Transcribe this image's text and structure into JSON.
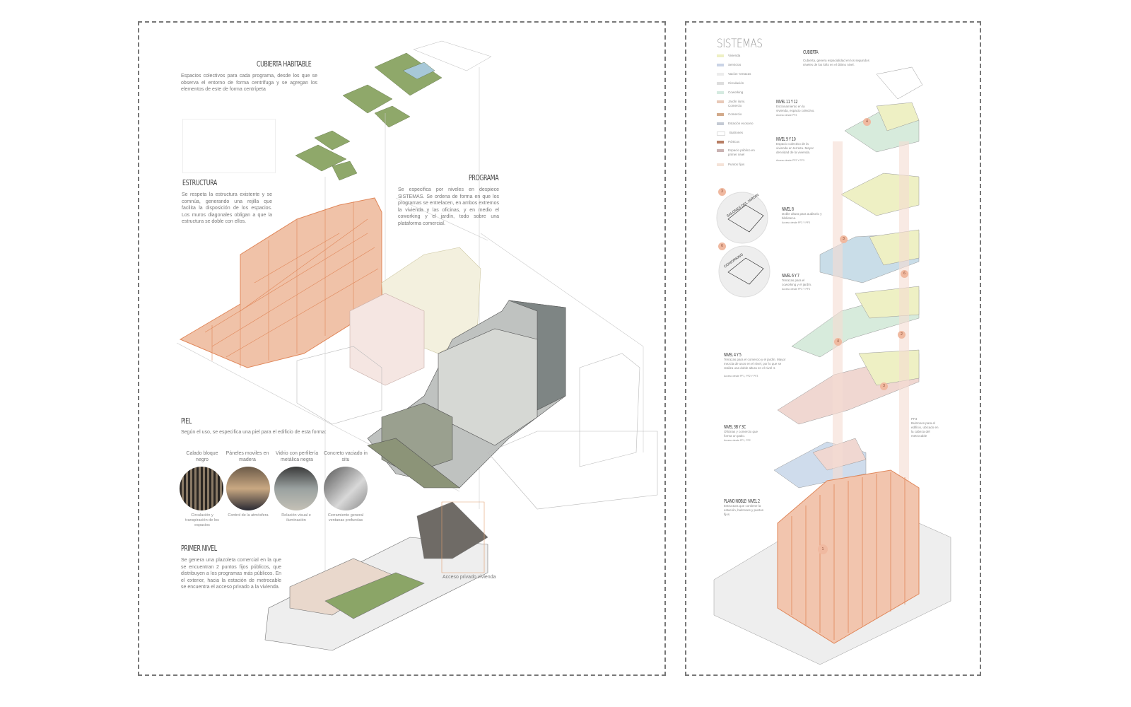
{
  "left": {
    "cubierta": {
      "title": "CUBIERTA HABITABLE",
      "text": "Espacios colectivos para cada programa, desde los que se observa el entorno de forma centrífuga y se agregan los elementos de este de forma centrípeta"
    },
    "estructura": {
      "title": "ESTRUCTURA",
      "text": "Se respeta la estructura existente y se comnúa, generando una rejilla que facilita la disposición de los espacios. Los muros diagonales obligan a que la estructura se doble con ellos."
    },
    "programa": {
      "title": "PROGRAMA",
      "text": "Se especifica por niveles en despiece SISTEMAS. Se ordena de forma en que los programas se entrelacen, en ambos extremos la vivienda y las oficinas, y en medio el coworking y el jardín, todo sobre una plataforma comercial."
    },
    "piel": {
      "title": "PIEL",
      "text": "Según el uso, se especifica una piel para el edificio de esta forma:",
      "items": [
        {
          "title": "Calado bloque negro",
          "caption": "Circulación y transpiración de los espacios"
        },
        {
          "title": "Páneles moviles en madera",
          "caption": "Control de la atmósfera"
        },
        {
          "title": "Vidrio con perfilería metálica negra",
          "caption": "Relación visual e iluminación"
        },
        {
          "title": "Concreto vaciado in situ",
          "caption": "Cerramiento general ventanas profundas"
        }
      ]
    },
    "primer_nivel": {
      "title": "PRIMER NIVEL",
      "text": "Se genera una plazoleta comercial en la que se encuentran 2 puntos fijos públicos, que distribuyen a los programas más públicos. En el exterior, hacia la estación de metrocable se encuentra el acceso privado a la vivienda."
    },
    "acceso_label": "Acceso privado vivienda"
  },
  "right": {
    "title": "SISTEMAS",
    "legend": [
      {
        "label": "Vivienda",
        "color": "#eef0c4"
      },
      {
        "label": "Servicios",
        "color": "#c9d3e6"
      },
      {
        "label": "Vacíos- terrazas",
        "color": "#ececec"
      },
      {
        "label": "Circulación",
        "color": "#dddddd"
      },
      {
        "label": "Coworking",
        "color": "#d5eae0"
      },
      {
        "label": "Jardín ilumi. Comercio",
        "color": "#e8c9b8"
      },
      {
        "label": "Comercio",
        "color": "#d2a98a"
      },
      {
        "label": "Estación ecosono",
        "color": "#c4cad4"
      },
      {
        "label": "Buitrones",
        "color": "#ffffff"
      },
      {
        "label": "Pórticos",
        "color": "#b77d63"
      },
      {
        "label": "Espacio público en primer nivel",
        "color": "#c9b2b2"
      },
      {
        "label": "Puntos fijos",
        "color": "#f5e3d8"
      }
    ],
    "cubierta": {
      "title": "CUBIERTA",
      "text": "Cubierta, genera espacialidad en los segundos niveles de los lofts en el último nivel."
    },
    "levels": [
      {
        "title": "NIVEL 11 Y 12",
        "text": "Esclonamiento en la vivienda, espacio colectivo.",
        "access": "Acceso desde PF3"
      },
      {
        "title": "NIVEL 9 Y 10",
        "text": "Espacio colectivo de la vivienda en terraza. Mayor densidad de la vivienda.",
        "access": "Acceso desde PF2 Y PF3"
      },
      {
        "title": "NIVEL 8",
        "text": "Doble altura para auditorio y biblioteca.",
        "access": "Acceso desde PF2 Y PF3"
      },
      {
        "title": "NIVEL 6 Y 7",
        "text": "Terrazas para el coworking y el jardín.",
        "access": "Acceso desde PF2 Y PF3"
      },
      {
        "title": "NIVEL 4 Y 5",
        "text": "Terrazas para el comercio y el jardín. Mayor mezcla de usos en el nivel, por lo que se realiza una doble altura en el nivel 4.",
        "access": "Acceso desde PF1, PF2 Y PF3"
      },
      {
        "title": "NIVEL 3B Y 3C",
        "text": "Oficinas y comercio que forma un patio.",
        "access": "Acceso desde PF1, PF2"
      },
      {
        "title": "PLANO NOBLE- NIVEL 2",
        "text": "Estructura que contiene la estación, buitrones y puntos fijos.",
        "access": ""
      }
    ],
    "insets": [
      {
        "label": "SALONES DEL JARDIN",
        "badge": "3"
      },
      {
        "label": "COWORKING",
        "badge": "6"
      }
    ],
    "side_note": {
      "title": "PF3",
      "text": "Buitrones para el edificio, ubicado en la cabeza del metrocable"
    },
    "badges": [
      "4",
      "3",
      "6",
      "2",
      "4",
      "3",
      "1"
    ]
  },
  "colors": {
    "structure": "#e0875a",
    "badge": "#f0b9a0",
    "panel_border": "#777777"
  }
}
